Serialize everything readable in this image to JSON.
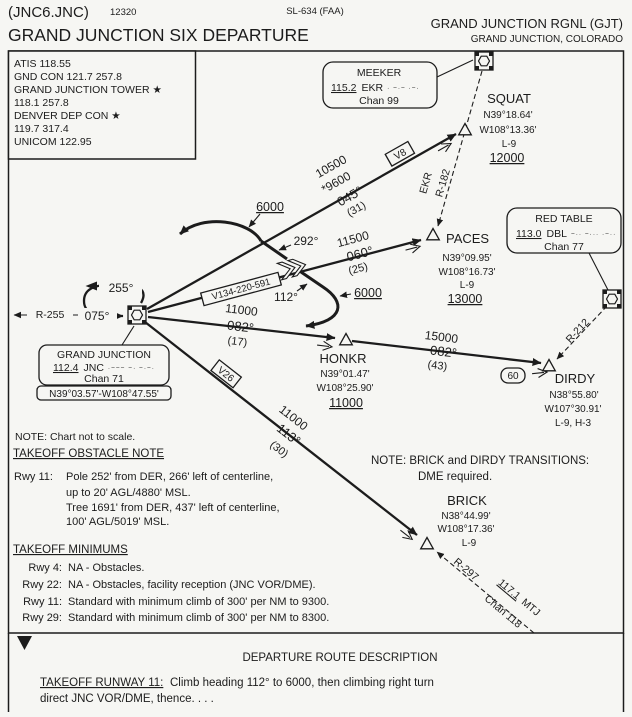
{
  "header": {
    "procedure_id": "(JNC6.JNC)",
    "procedure_number": "12320",
    "chart_ref": "SL-634 (FAA)",
    "title": "GRAND JUNCTION SIX DEPARTURE",
    "airport_name": "GRAND JUNCTION RGNL (GJT)",
    "airport_city": "GRAND JUNCTION, COLORADO"
  },
  "comm": {
    "lines": [
      "ATIS 118.55",
      "GND CON 121.7 257.8",
      "GRAND JUNCTION TOWER ★",
      "118.1 257.8",
      "DENVER DEP CON ★",
      "119.7 317.4",
      "UNICOM 122.95"
    ]
  },
  "navaids": {
    "meeker": {
      "name": "MEEKER",
      "freq": "115.2",
      "ident": "EKR",
      "morse": "· −·− ·−·",
      "chan": "Chan 99"
    },
    "red_table": {
      "name": "RED TABLE",
      "freq": "113.0",
      "ident": "DBL",
      "morse": "−·· −··· ·−··",
      "chan": "Chan 77"
    },
    "grand_junction": {
      "name": "GRAND JUNCTION",
      "freq": "112.4",
      "ident": "JNC",
      "morse": "·−−− −· −·−·",
      "chan": "Chan 71",
      "coords": "N39°03.57'-W108°47.55'"
    },
    "montrose": {
      "freq": "117.1",
      "ident": "MTJ",
      "chan": "Chan 118"
    }
  },
  "fixes": {
    "squat": {
      "name": "SQUAT",
      "lat": "N39°18.64'",
      "lon": "W108°13.36'",
      "enroute": "L-9",
      "alt": "12000"
    },
    "paces": {
      "name": "PACES",
      "lat": "N39°09.95'",
      "lon": "W108°16.73'",
      "enroute": "L-9",
      "alt": "13000"
    },
    "honkr": {
      "name": "HONKR",
      "lat": "N39°01.47'",
      "lon": "W108°25.90'",
      "alt": "11000"
    },
    "dirdy": {
      "name": "DIRDY",
      "lat": "N38°55.80'",
      "lon": "W107°30.91'",
      "enroute": "L-9, H-3"
    },
    "brick": {
      "name": "BRICK",
      "lat": "N38°44.99'",
      "lon": "W108°17.36'",
      "enroute": "L-9"
    }
  },
  "routes": {
    "jnc_squat": {
      "alt1": "10500",
      "alt2": "*9600",
      "crs": "045°",
      "dist": "(31)",
      "airway": "V8"
    },
    "jnc_paces": {
      "alt": "11500",
      "crs": "060°",
      "dist": "(25)",
      "airway": "V134-220-591"
    },
    "jnc_honkr": {
      "alt": "11000",
      "crs": "082°",
      "dist": "(17)"
    },
    "honkr_dirdy": {
      "alt": "15000",
      "crs": "082°",
      "dist": "(43)",
      "dme": "60"
    },
    "jnc_brick": {
      "alt": "11000",
      "crs": "113°",
      "dist": "(30)",
      "airway": "V26"
    },
    "radial_255": "R-255",
    "radial_182_ident": "EKR",
    "radial_182": "R-182",
    "radial_212": "R-212",
    "radial_297": "R-297",
    "hold_255": "255°",
    "hold_075": "075°",
    "hdg_292": "292°",
    "hdg_112": "112°",
    "alt_6000_west": "6000",
    "alt_6000_east": "6000"
  },
  "notes": {
    "scale": "NOTE: Chart not to scale.",
    "transitions_line1": "NOTE:  BRICK and DIRDY TRANSITIONS:",
    "transitions_line2": "DME required."
  },
  "obstacle_note": {
    "heading": "TAKEOFF OBSTACLE NOTE",
    "rwy": "Rwy 11:",
    "lines": [
      "Pole 252' from DER, 266' left of centerline,",
      "up to 20' AGL/4880' MSL.",
      "Tree 1691' from DER, 437' left of centerline,",
      "100' AGL/5019' MSL."
    ]
  },
  "takeoff_minimums": {
    "heading": "TAKEOFF MINIMUMS",
    "rows": [
      {
        "rwy": "Rwy 4:",
        "text": "NA - Obstacles."
      },
      {
        "rwy": "Rwy 22:",
        "text": "NA - Obstacles, facility reception (JNC VOR/DME)."
      },
      {
        "rwy": "Rwy 11:",
        "text": "Standard with minimum climb of 300' per NM to 9300."
      },
      {
        "rwy": "Rwy 29:",
        "text": "Standard with minimum climb of 300' per NM to 8300."
      }
    ]
  },
  "description": {
    "t_symbol": "T",
    "heading": "DEPARTURE ROUTE DESCRIPTION",
    "runway_label": "TAKEOFF RUNWAY 11:",
    "line1": "Climb heading 112° to 6000, then climbing right turn",
    "line2": "direct JNC VOR/DME, thence. . . ."
  }
}
